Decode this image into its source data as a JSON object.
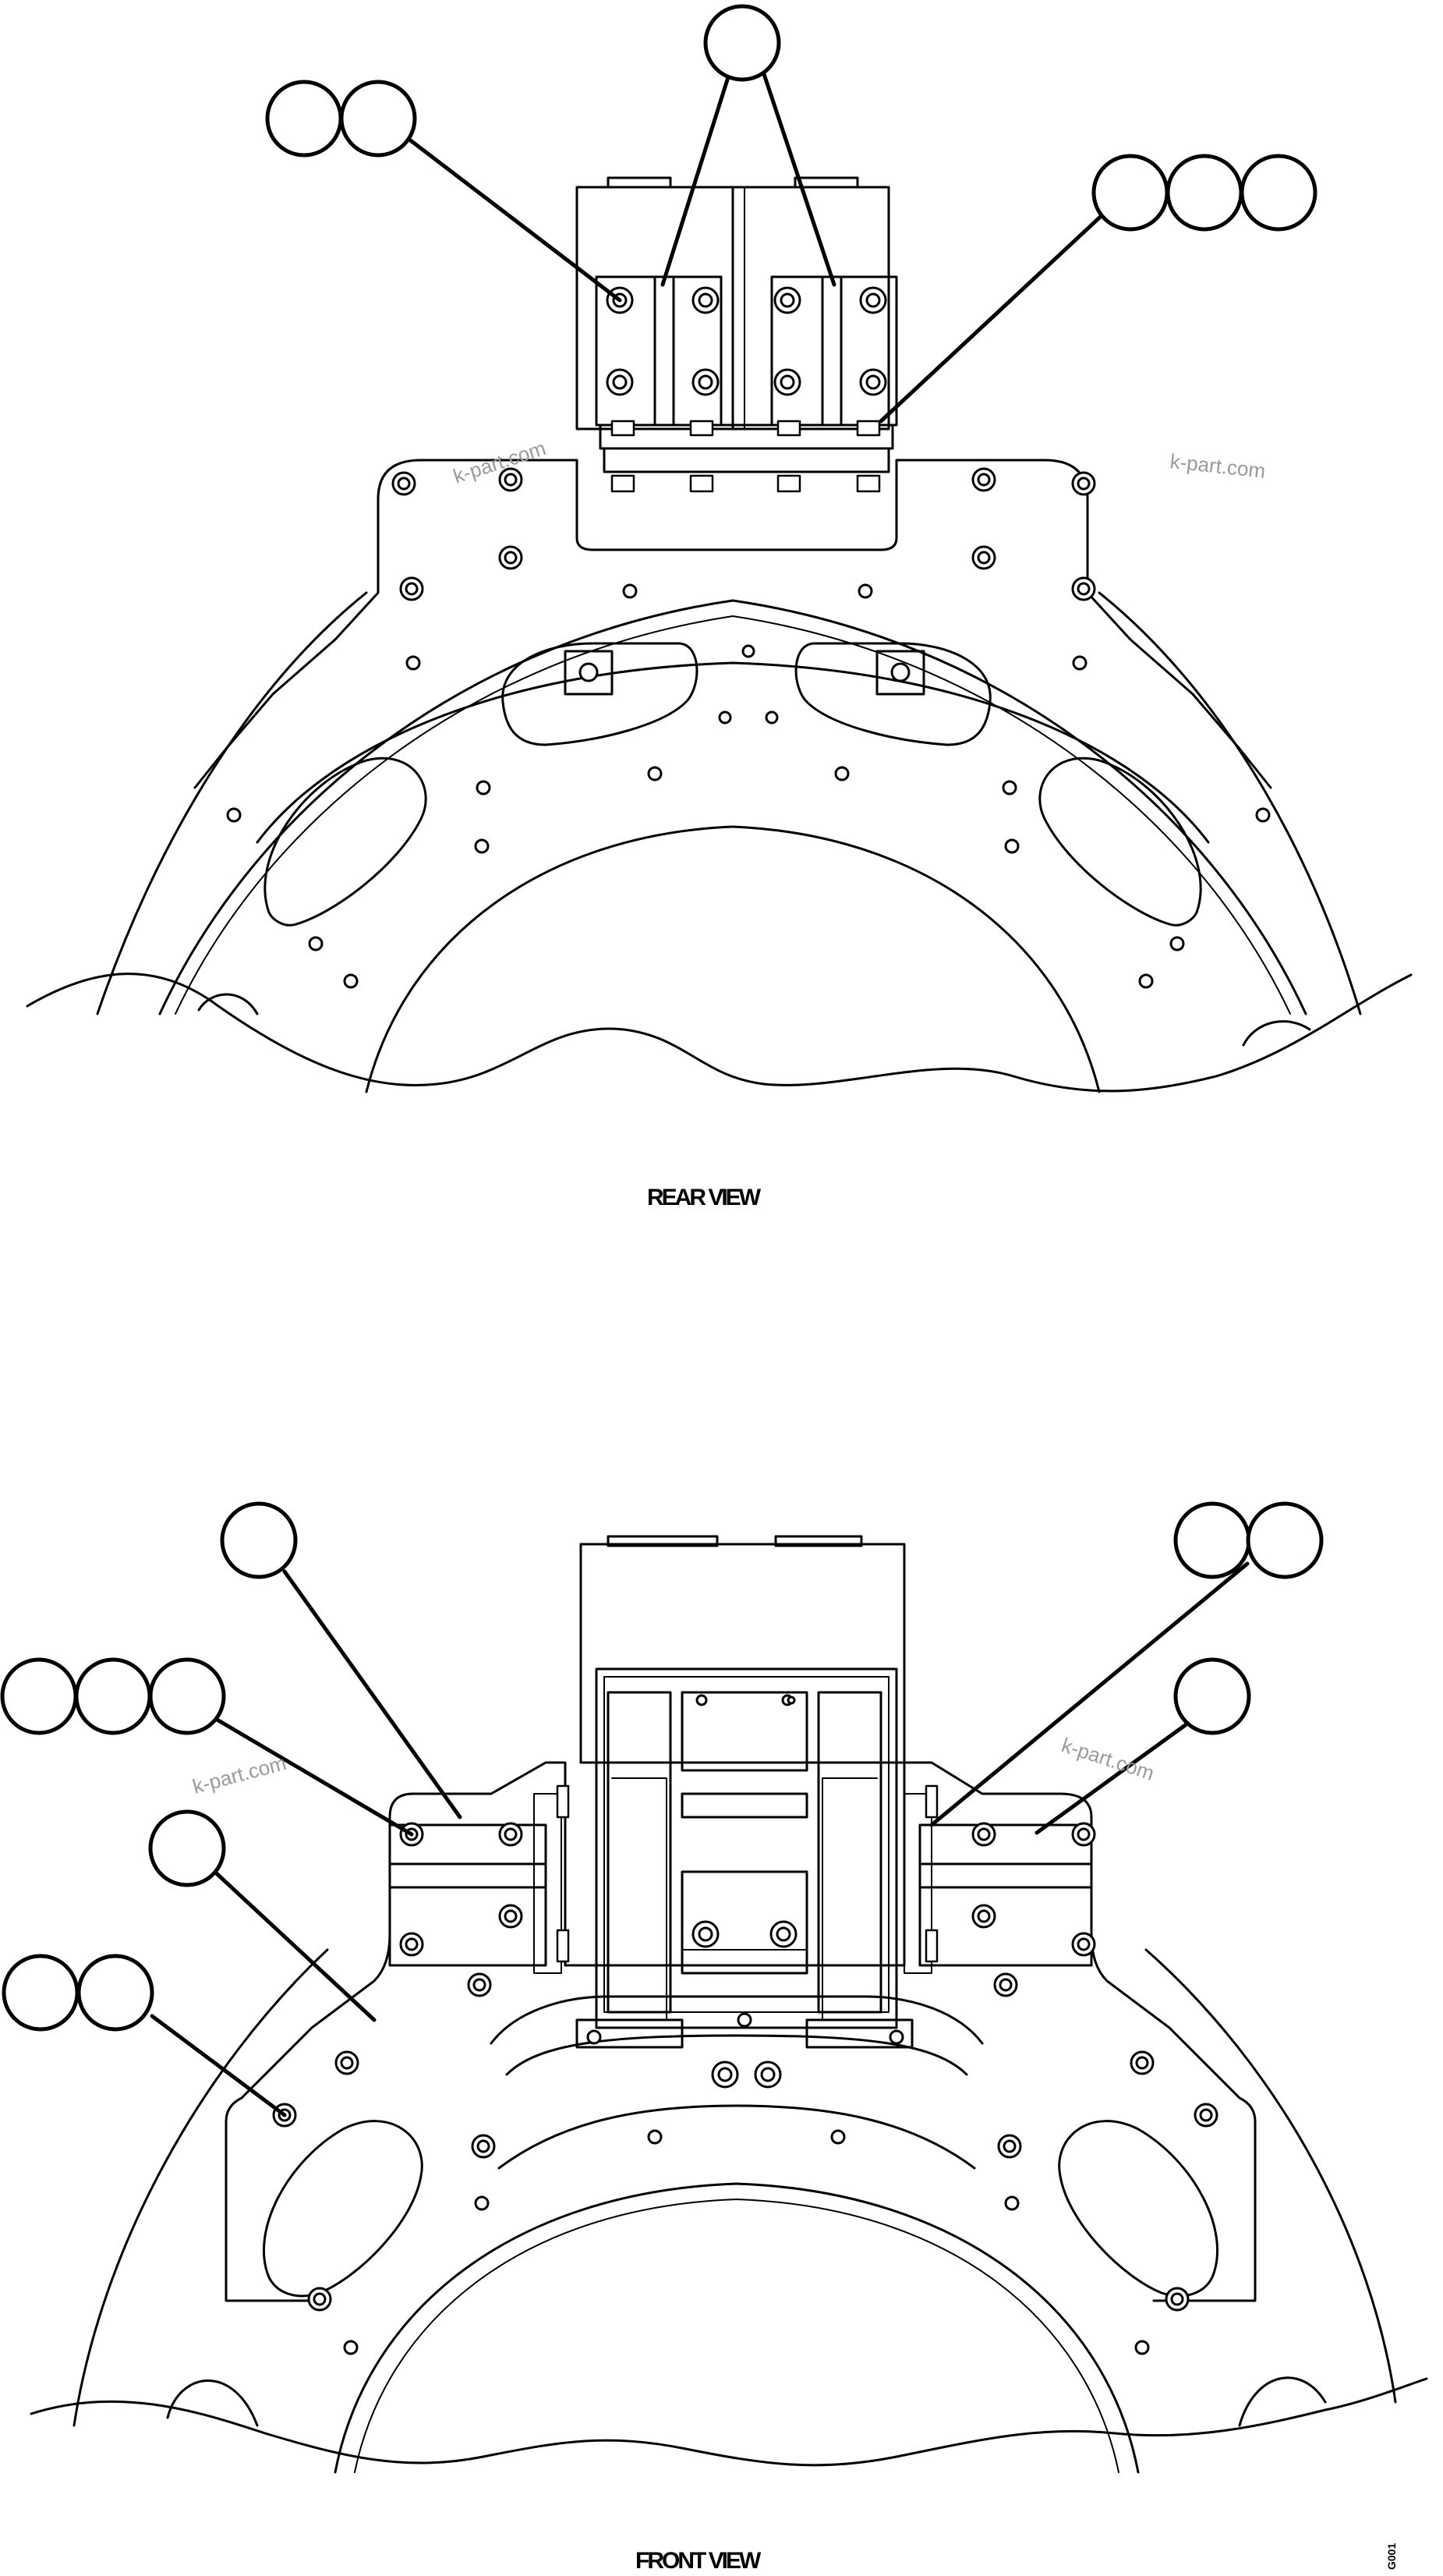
{
  "views": {
    "rear": {
      "label": "REAR VIEW"
    },
    "front": {
      "label": "FRONT VIEW"
    }
  },
  "watermarks": [
    "k-part.com",
    "k-part.com",
    "k-part.com",
    "k-part.com"
  ],
  "figure_number": "G001",
  "line_color": "#000000",
  "watermark_color": "#9a9a9a"
}
